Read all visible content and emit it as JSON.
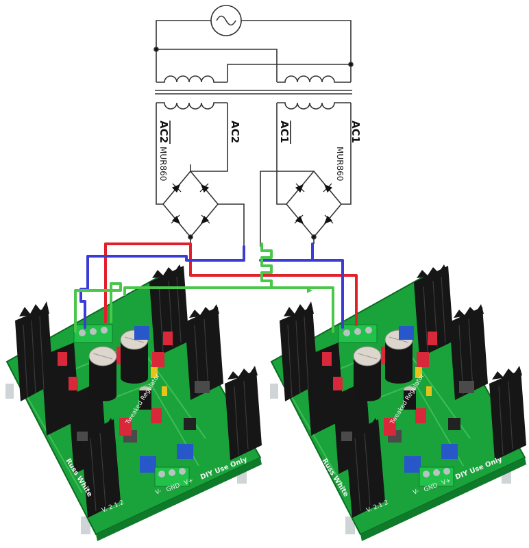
{
  "schematic": {
    "label_ac2_bar": "AC2",
    "label_ac2": "AC2",
    "label_ac1_bar": "AC1",
    "label_ac1": "AC1",
    "diode_left": "MUR860",
    "diode_right": "MUR860"
  },
  "boards": [
    {
      "silk_brand": "Russ White",
      "silk_diy": "DIY Use Only",
      "silk_version": "V. 2.1.2",
      "silk_title": "Tweaked Regulator",
      "terminal_labels": [
        "V-",
        "GND",
        "V+"
      ]
    },
    {
      "silk_brand": "Russ White",
      "silk_diy": "DIY Use Only",
      "silk_version": "V. 2.1.2",
      "silk_title": "Tweaked Regulator",
      "terminal_labels": [
        "V-",
        "GND",
        "V+"
      ]
    }
  ],
  "colors": {
    "pcb": "#1aa33a",
    "heatsink": "#161616",
    "wire_red": "#e0202a",
    "wire_blue": "#3b3bd6",
    "wire_green": "#4ac74a",
    "terminal": "#22c24a"
  }
}
